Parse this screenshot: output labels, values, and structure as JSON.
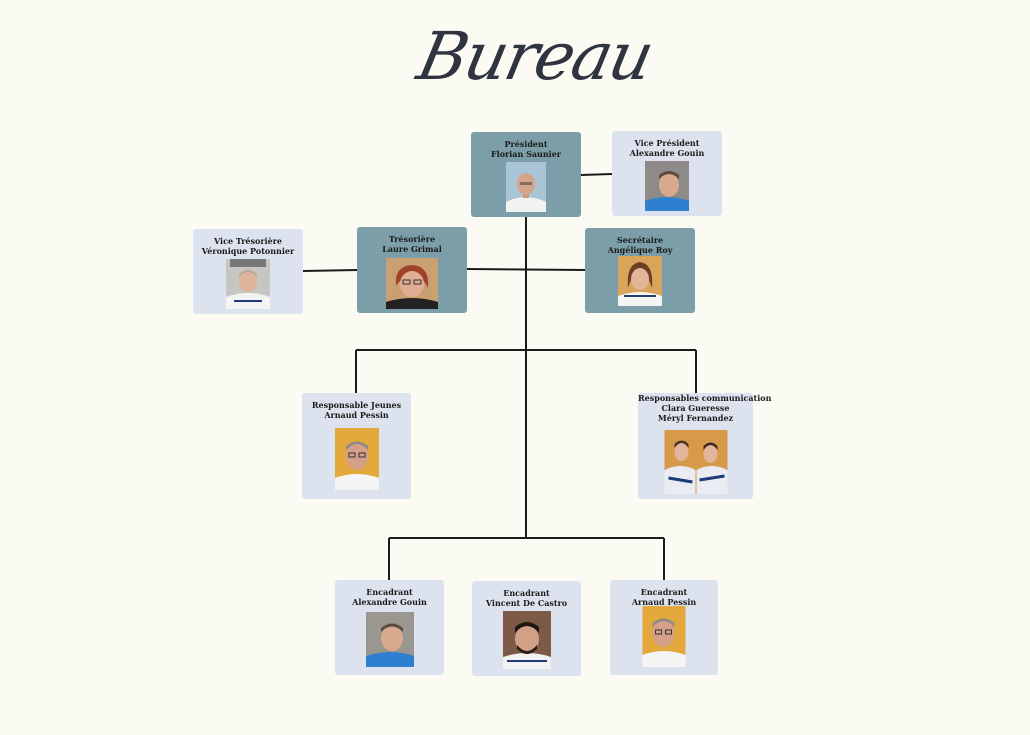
{
  "title": "Bureau",
  "colors": {
    "background": "#fcfbf3",
    "dark_box": "#7b9ea8",
    "light_box": "#dde3ee",
    "line": "#1b1b1b"
  },
  "members": {
    "president": {
      "role": "Président",
      "names": [
        "Florian Saunier"
      ]
    },
    "vice_president": {
      "role": "Vice Président",
      "names": [
        "Alexandre Gouin"
      ]
    },
    "tresoriere": {
      "role": "Trésorière",
      "names": [
        "Laure Grimal"
      ]
    },
    "vice_tresoriere": {
      "role": "Vice Trésorière",
      "names": [
        "Véronique Potonnier"
      ]
    },
    "secretaire": {
      "role": "Secrétaire",
      "names": [
        "Angélique Roy"
      ]
    },
    "resp_jeunes": {
      "role": "Responsable Jeunes",
      "names": [
        "Arnaud Pessin"
      ]
    },
    "resp_communication": {
      "role": "Responsables communication",
      "names": [
        "Clara Gueresse",
        "Méryl Fernandez"
      ]
    },
    "encadrant_1": {
      "role": "Encadrant",
      "names": [
        "Alexandre Gouin"
      ]
    },
    "encadrant_2": {
      "role": "Encadrant",
      "names": [
        "Vincent De Castro"
      ]
    },
    "encadrant_3": {
      "role": "Encadrant",
      "names": [
        "Arnaud Pessin"
      ]
    }
  }
}
